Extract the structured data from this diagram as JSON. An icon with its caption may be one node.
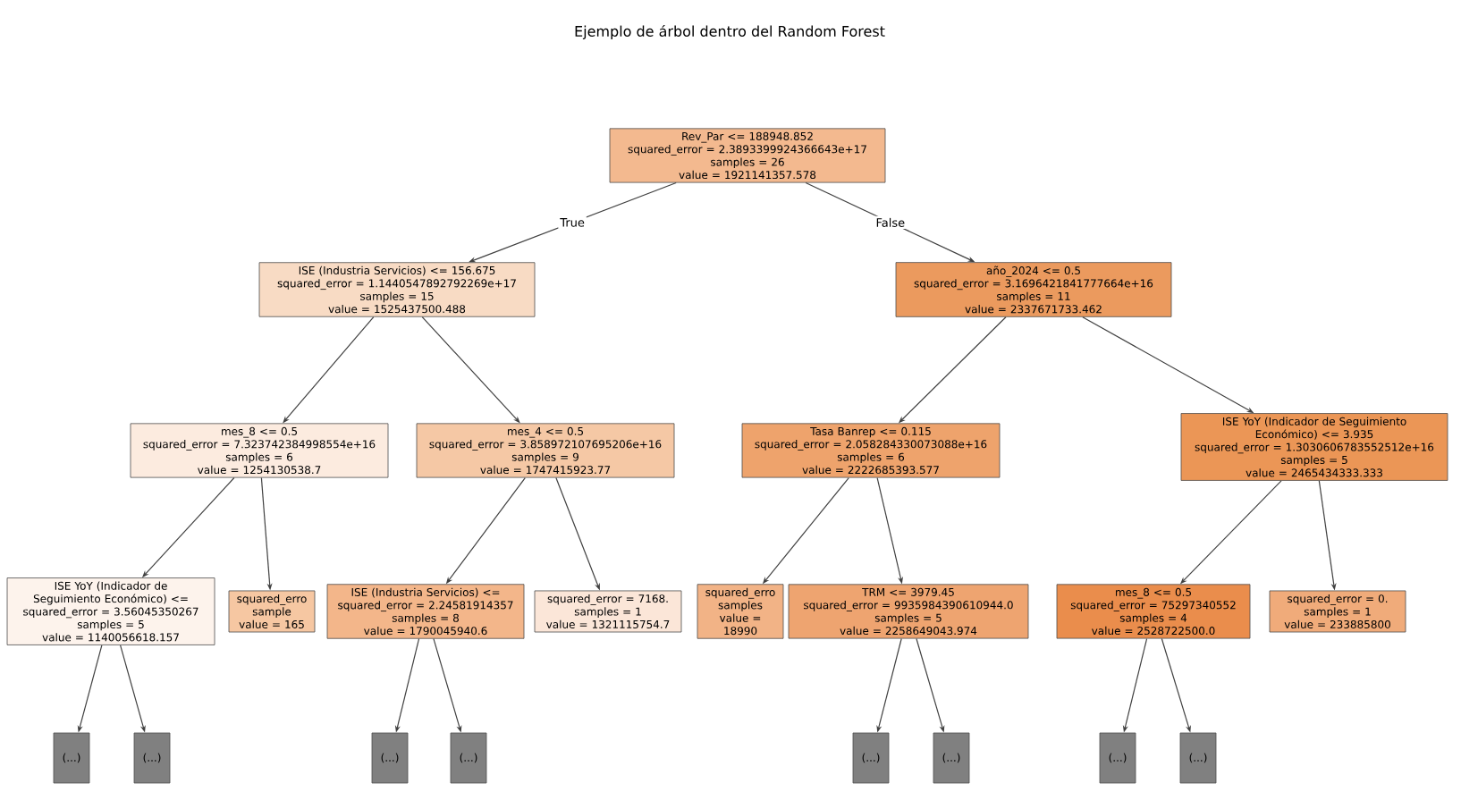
{
  "diagram": {
    "title": "Ejemplo de árbol dentro del Random Forest",
    "nodes": [
      {
        "text": [
          "Rev_Par <= 188948.852",
          "squared_error = 2.3893399924366643e+17",
          "samples = 26",
          "value = 1921141357.578"
        ]
      },
      {
        "text": [
          "ISE (Industria Servicios) <= 156.675",
          "squared_error = 1.1440547892792269e+17",
          "samples = 15",
          "value = 1525437500.488"
        ]
      },
      {
        "text": [
          "año_2024 <= 0.5",
          "squared_error = 3.1696421841777664e+16",
          "samples = 11",
          "value = 2337671733.462"
        ]
      },
      {
        "text": [
          "mes_8 <= 0.5",
          "squared_error = 7.323742384998554e+16",
          "samples = 6",
          "value = 1254130538.7"
        ]
      },
      {
        "text": [
          "mes_4 <= 0.5",
          "squared_error = 3.858972107695206e+16",
          "samples = 9",
          "value = 1747415923.77"
        ]
      },
      {
        "text": [
          "Tasa Banrep <= 0.115",
          "squared_error = 2.058284330073088e+16",
          "samples = 6",
          "value = 2222685393.577"
        ]
      },
      {
        "text": [
          "ISE YoY (Indicador de Seguimiento Económico) <= 3.935",
          "squared_error = 1.3030606783552512e+16",
          "samples = 5",
          "value = 2465434333.333"
        ]
      },
      {
        "text": [
          "ISE YoY (Indicador de Seguimiento Económico) <=",
          "squared_error = 3.56045350267",
          "samples = 5",
          "value = 1140056618.157"
        ]
      },
      {
        "text": [
          "squared_erro",
          "sample",
          "value = 165"
        ]
      },
      {
        "text": [
          "ISE (Industria Servicios) <=",
          "squared_error = 2.24581914357",
          "samples = 8",
          "value = 1790045940.6"
        ]
      },
      {
        "text": [
          "squared_error = 7168.",
          "samples = 1",
          "value = 1321115754.7"
        ]
      },
      {
        "text": [
          "squared_erro",
          "samples",
          "value = 18990"
        ]
      },
      {
        "text": [
          "TRM <= 3979.45",
          "squared_error = 9935984390610944.0",
          "samples = 5",
          "value = 2258649043.974"
        ]
      },
      {
        "text": [
          "mes_8 <= 0.5",
          "squared_error = 75297340552",
          "samples = 4",
          "value = 2528722500.0"
        ]
      },
      {
        "text": [
          "squared_error = 0.",
          "samples = 1",
          "value = 233885800"
        ]
      },
      {
        "text": [
          "(...)"
        ]
      },
      {
        "text": [
          "(...)"
        ]
      },
      {
        "text": [
          "(...)"
        ]
      },
      {
        "text": [
          "(...)"
        ]
      },
      {
        "text": [
          "(...)"
        ]
      },
      {
        "text": [
          "(...)"
        ]
      },
      {
        "text": [
          "(...)"
        ]
      },
      {
        "text": [
          "(...)"
        ]
      }
    ],
    "edges": [
      {
        "from": 0,
        "to": 1,
        "arrow": "to",
        "label": "True"
      },
      {
        "from": 0,
        "to": 2,
        "arrow": "to",
        "label": "False"
      },
      {
        "from": 1,
        "to": 3,
        "arrow": "to"
      },
      {
        "from": 1,
        "to": 4,
        "arrow": "to"
      },
      {
        "from": 2,
        "to": 5,
        "arrow": "to"
      },
      {
        "from": 2,
        "to": 6,
        "arrow": "to"
      },
      {
        "from": 3,
        "to": 7,
        "arrow": "to"
      },
      {
        "from": 3,
        "to": 8,
        "arrow": "to"
      },
      {
        "from": 4,
        "to": 9,
        "arrow": "to"
      },
      {
        "from": 4,
        "to": 10,
        "arrow": "to"
      },
      {
        "from": 5,
        "to": 11,
        "arrow": "to"
      },
      {
        "from": 5,
        "to": 12,
        "arrow": "to"
      },
      {
        "from": 6,
        "to": 13,
        "arrow": "to"
      },
      {
        "from": 6,
        "to": 14,
        "arrow": "to"
      },
      {
        "from": 7,
        "to": 15,
        "arrow": "to"
      },
      {
        "from": 7,
        "to": 16,
        "arrow": "to"
      },
      {
        "from": 9,
        "to": 17,
        "arrow": "to"
      },
      {
        "from": 9,
        "to": 18,
        "arrow": "to"
      },
      {
        "from": 12,
        "to": 19,
        "arrow": "to"
      },
      {
        "from": 12,
        "to": 20,
        "arrow": "to"
      },
      {
        "from": 13,
        "to": 21,
        "arrow": "to"
      },
      {
        "from": 13,
        "to": 22,
        "arrow": "to"
      }
    ]
  }
}
